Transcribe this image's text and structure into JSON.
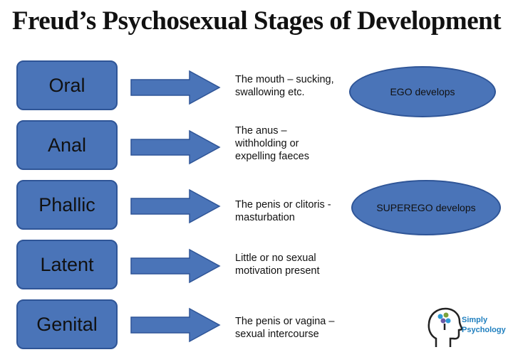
{
  "title": "Freud’s Psychosexual Stages of Development",
  "stages": [
    {
      "label": "Oral",
      "desc": [
        "The mouth – sucking,",
        "swallowing etc."
      ]
    },
    {
      "label": "Anal",
      "desc": [
        "The anus –",
        "withholding or",
        "expelling faeces"
      ]
    },
    {
      "label": "Phallic",
      "desc": [
        "The penis or clitoris -",
        "masturbation"
      ]
    },
    {
      "label": "Latent",
      "desc": [
        "Little or no sexual",
        "motivation present"
      ]
    },
    {
      "label": "Genital",
      "desc": [
        "The penis or vagina –",
        "sexual intercourse"
      ]
    }
  ],
  "ovals": {
    "ego": "EGO develops",
    "superego": "SUPEREGO develops"
  },
  "logo": {
    "line1": "Simply",
    "line2": "Psychology",
    "icon": "head-profile-icon"
  },
  "colors": {
    "shape_fill": "#4a74b8",
    "shape_border": "#2f5597",
    "logo_text": "#1f7fbf"
  }
}
